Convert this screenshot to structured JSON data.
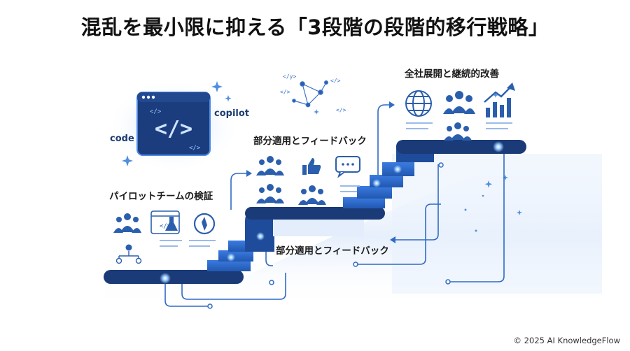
{
  "title": "混乱を最小限に抑える「3段階の段階的移行戦略」",
  "window_labels": {
    "code": "code",
    "copilot": "copilot"
  },
  "stages": [
    {
      "label": "パイロットチームの検証",
      "icons": [
        "team-icon",
        "code-window-icon",
        "flask-icon",
        "compass-icon",
        "org-chart-icon"
      ]
    },
    {
      "label": "部分適用とフィードバック",
      "icons": [
        "team-icon",
        "thumbs-up-icon",
        "chat-icon",
        "group-icon",
        "team-icon"
      ]
    },
    {
      "label": "全社展開と継続的改善",
      "icons": [
        "globe-icon",
        "team-icon",
        "growth-chart-icon",
        "group-icon"
      ]
    }
  ],
  "lower_label": "部分適用とフィードバック",
  "code_tags": {
    "tag_a": "</>",
    "tag_b": "</>",
    "tag_c": "</y>",
    "tag_d": "</>"
  },
  "copyright": "© 2025 AI KnowledgeFlow",
  "colors": {
    "dark_navy": "#1a3a78",
    "blue": "#2f6bc4",
    "light_blue": "#5b93e0",
    "glow": "#dbe8fb",
    "icon_blue": "#2b5fae"
  }
}
